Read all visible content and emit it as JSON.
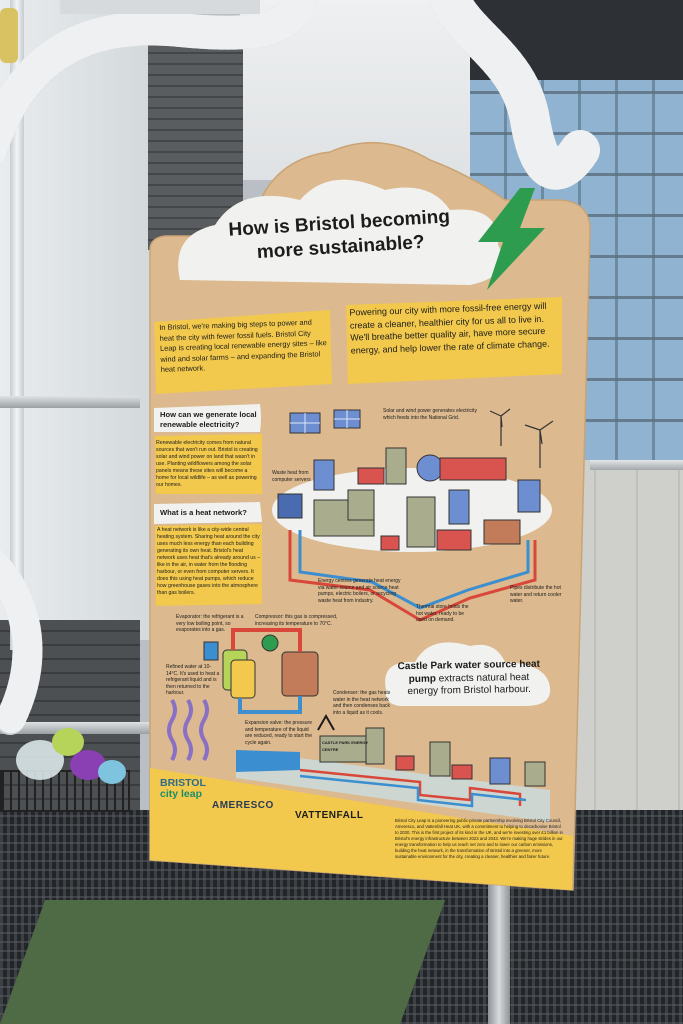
{
  "sign": {
    "title": "How is Bristol becoming more sustainable?",
    "intro_left": "In Bristol, we're making big steps to power and heat the city with fewer fossil fuels. Bristol City Leap is creating local renewable energy sites – like wind and solar farms – and expanding the Bristol heat network.",
    "intro_right": "Powering our city with more fossil-free energy will create a cleaner, healthier city for us all to live in. We'll breathe better quality air, have more secure energy, and help lower the rate of climate change.",
    "question_1": "How can we generate local renewable electricity?",
    "answer_1": "Renewable electricity comes from natural sources that won't run out. Bristol is creating solar and wind power on land that wasn't in use. Planting wildflowers among the solar panels means these sites will become a home for local wildlife – as well as powering our homes.",
    "question_2": "What is a heat network?",
    "answer_2": "A heat network is like a city-wide central heating system. Sharing heat around the city uses much less energy than each building generating its own heat. Bristol's heat network uses heat that's already around us – like in the air, in water from the flooding harbour, or even from computer servers. It does this using heat pumps, which reduce how greenhouse gases into the atmosphere than gas boilers.",
    "label_solar_wind": "Solar and wind power generates electricity which feeds into the National Grid.",
    "label_waste_heat": "Waste heat from computer servers",
    "label_energy_centres": "Energy centres generate heat energy via water source and air source heat pumps, electric boilers, or recycling waste heat from industry.",
    "label_thermal_store": "Thermal store holds the hot water, ready to be used on demand.",
    "label_pipes": "Pipes distribute the hot water and return cooler water.",
    "label_evaporator": "Evaporator: the refrigerant is a very low boiling point, so evaporates into a gas.",
    "label_compressor": "Compressor: this gas is compressed, increasing its temperature to 70°C.",
    "label_refined_water": "Refined water at 10-14°C. It's used to heat a refrigerant liquid and is then returned to the harbour.",
    "label_condenser": "Condenser: the gas heats water in the heat network and then condenses back into a liquid as it cools.",
    "label_expansion": "Expansion valve: the pressure and temperature of the liquid are reduced, ready to start the cycle again.",
    "castle_title": "Castle Park water source heat pump",
    "castle_body": "extracts natural heat energy from Bristol harbour.",
    "castle_building": "CASTLE PARK ENERGY CENTRE",
    "logo_bristol_1": "BRISTOL",
    "logo_bristol_2": "city leap",
    "logo_ameresco": "AMERESCO",
    "logo_vattenfall": "VATTENFALL",
    "footer": "Bristol City Leap is a pioneering public-private partnership involving Bristol City Council, Ameresco, and Vattenfall Heat UK, with a commitment to helping to decarbonise Bristol to 2030. This is the first project of its kind in the UK, and we're investing over £1 billion in Bristol's energy infrastructure between 2023 and 2043. We're making huge strides in our energy transformation to help us reach net zero and to lower our carbon emissions, building the heat network, in the transformation of Bristol into a greener, more sustainable environment for the city, creating a cleaner, healthier and fairer future."
  },
  "colors": {
    "wood": "#dcb98e",
    "yellow": "#f2c94c",
    "cloud": "#f1f1ef",
    "green": "#2e9c4f",
    "pipe_red": "#d9473a",
    "pipe_blue": "#3b8ed0"
  },
  "icons": [
    "lightning-bolt-icon",
    "solar-panel-icon",
    "wind-turbine-icon",
    "heat-waves-icon",
    "up-arrow-icon"
  ]
}
